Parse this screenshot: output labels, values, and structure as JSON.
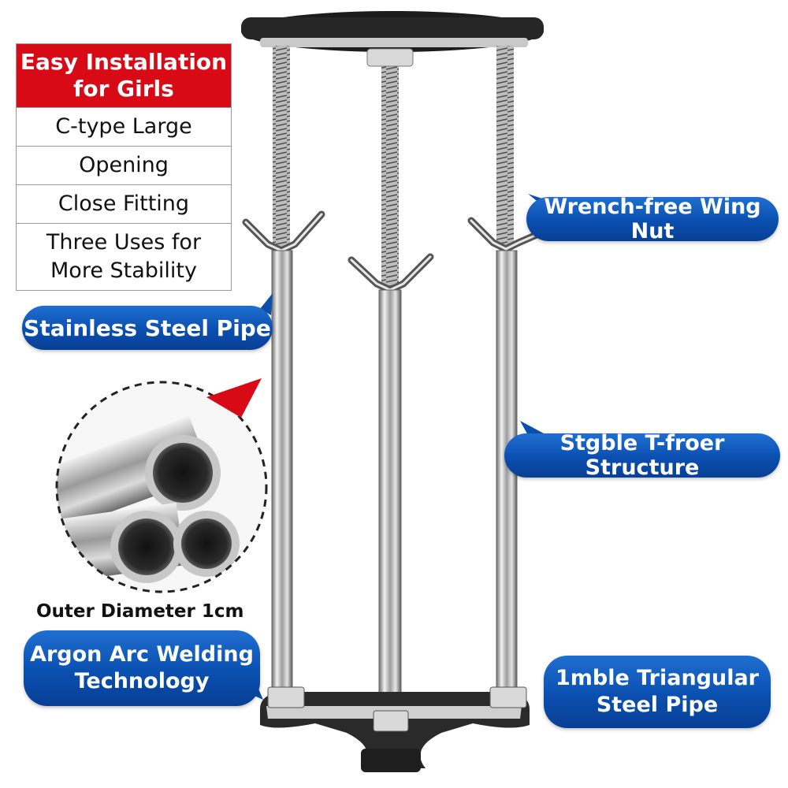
{
  "features": {
    "head": "Easy Installation for Girls",
    "head_line1": "Easy Installation",
    "head_line2": "for Girls",
    "items": [
      {
        "line1": "C-type Large",
        "line2": ""
      },
      {
        "line1": "Opening",
        "line2": ""
      },
      {
        "line1": "Close Fitting",
        "line2": ""
      },
      {
        "line1": "Three Uses for",
        "line2": "More Stability"
      }
    ]
  },
  "callouts": {
    "wing_nut": "Wrench-free Wing Nut",
    "steel_pipe": "Stainless Steel Pipe",
    "t_frame": "Stgble T-froer Structure",
    "argon_line1": "Argon Arc Welding",
    "argon_line2": "Technology",
    "tri_line1": "1mble Triangular",
    "tri_line2": "Steel Pipe"
  },
  "pipe_detail": {
    "caption": "Outer Diameter 1cm"
  },
  "colors": {
    "accent_red": "#d70a16",
    "callout_blue": "#0a4fb0"
  }
}
